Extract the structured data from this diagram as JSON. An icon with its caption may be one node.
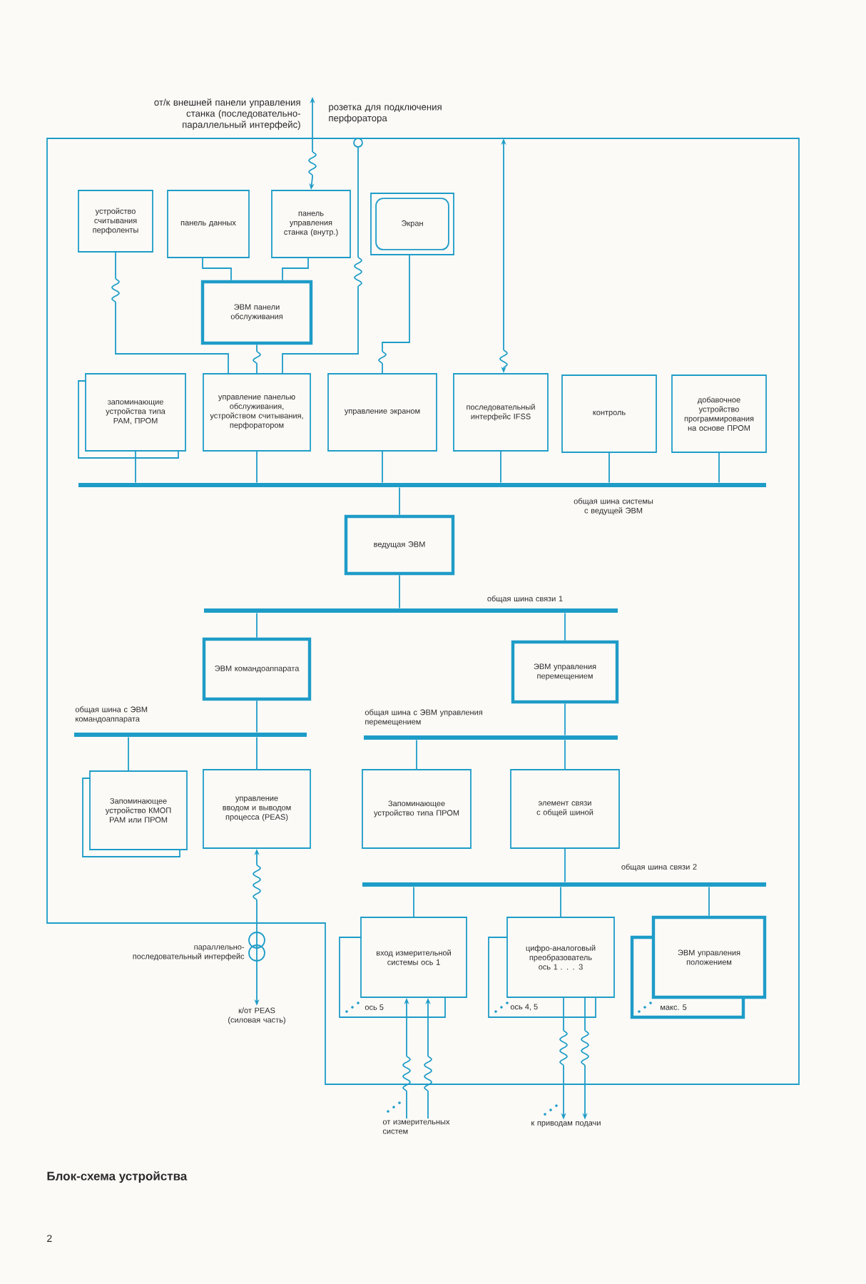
{
  "diagram": {
    "caption": "Блок-схема устройства",
    "nodes": [
      {
        "text": [
          "от/к внешней панели управления станка (последовательно-параллельный интерфейс)"
        ]
      },
      {
        "text": [],
        "shape": "circle",
        "beside": [
          "розетка для подключения перфоратора"
        ]
      },
      {
        "text": [
          "устройство считывания перфоленты"
        ]
      },
      {
        "text": [
          "панель данных"
        ]
      },
      {
        "text": [
          "панель управления станка (внутр.)"
        ]
      },
      {
        "text": [
          "Экран"
        ]
      },
      {
        "text": [
          "ЭВМ панели обслуживания"
        ]
      },
      {
        "text": [
          "запоминающие устройства типа РАМ, ПРОМ"
        ]
      },
      {
        "text": [
          "управление панелью обслуживания, устройством считывания, перфоратором"
        ]
      },
      {
        "text": [
          "управление экраном"
        ]
      },
      {
        "text": [
          "последовательный интерфейс IFSS"
        ]
      },
      {
        "text": [
          "контроль"
        ]
      },
      {
        "text": [
          "добавочное устройство программирования на основе ПРОМ"
        ]
      },
      {
        "text": [],
        "shape": "bar",
        "beside": [
          "общая шина системы с ведущей ЭВМ"
        ]
      },
      {
        "text": [
          "ведущая ЭВМ"
        ]
      },
      {
        "text": [],
        "shape": "bar",
        "beside": [
          "общая шина связи 1"
        ]
      },
      {
        "text": [
          "ЭВМ командоаппарата"
        ]
      },
      {
        "text": [
          "ЭВМ управления перемещением"
        ]
      },
      {
        "text": [],
        "shape": "bar",
        "beside": [
          "общая шина с ЭВМ командоаппарата"
        ]
      },
      {
        "text": [],
        "shape": "bar",
        "beside": [
          "общая шина с ЭВМ управления перемещением"
        ]
      },
      {
        "text": [
          "Запоминающее устройство КМОП РАМ или ПРОМ"
        ]
      },
      {
        "text": [
          "управление вводом и выводом процесса (PEAS)"
        ]
      },
      {
        "text": [
          "Запоминающее устройство типа ПРОМ"
        ]
      },
      {
        "text": [
          "элемент связи с общей шиной"
        ]
      },
      {
        "text": [],
        "shape": "bar",
        "beside": [
          "общая шина связи 2"
        ]
      },
      {
        "text": [
          "вход измерительной системы ось 1",
          "ось 5"
        ]
      },
      {
        "text": [
          "цифро-аналоговый преобразователь ось 1 . . . 3",
          "ось 4, 5"
        ]
      },
      {
        "text": [
          "ЭВМ управления положением",
          "макс. 5"
        ]
      },
      {
        "text": [
          "к/от PEAS (силовая часть)"
        ]
      },
      {
        "text": [
          "от измерительных систем"
        ]
      },
      {
        "text": [
          "к приводам подачи"
        ]
      }
    ],
    "edges": [
      {
        "from": 0,
        "to": 4,
        "arrow": "both"
      },
      {
        "from": 1,
        "to": 8,
        "arrow": "none"
      },
      {
        "from": 2,
        "to": 8,
        "arrow": "none"
      },
      {
        "from": 3,
        "to": 6,
        "arrow": "none"
      },
      {
        "from": 4,
        "to": 6,
        "arrow": "none"
      },
      {
        "from": 6,
        "to": 8,
        "arrow": "none"
      },
      {
        "from": 5,
        "to": 9,
        "arrow": "none"
      },
      {
        "from": null,
        "to": 10,
        "arrow": "both"
      },
      {
        "from": 7,
        "to": 13,
        "arrow": "none"
      },
      {
        "from": 8,
        "to": 13,
        "arrow": "none"
      },
      {
        "from": 9,
        "to": 13,
        "arrow": "none"
      },
      {
        "from": 10,
        "to": 13,
        "arrow": "none"
      },
      {
        "from": 11,
        "to": 13,
        "arrow": "none"
      },
      {
        "from": 12,
        "to": 13,
        "arrow": "none"
      },
      {
        "from": 13,
        "to": 14,
        "arrow": "none"
      },
      {
        "from": 14,
        "to": 15,
        "arrow": "none"
      },
      {
        "from": 15,
        "to": 16,
        "arrow": "none"
      },
      {
        "from": 15,
        "to": 17,
        "arrow": "none"
      },
      {
        "from": 16,
        "to": 18,
        "arrow": "none"
      },
      {
        "from": 18,
        "to": 20,
        "arrow": "none"
      },
      {
        "from": 18,
        "to": 21,
        "arrow": "none"
      },
      {
        "from": 17,
        "to": 19,
        "arrow": "none"
      },
      {
        "from": 19,
        "to": 22,
        "arrow": "none"
      },
      {
        "from": 19,
        "to": 23,
        "arrow": "none"
      },
      {
        "from": 23,
        "to": 24,
        "arrow": "none"
      },
      {
        "from": 24,
        "to": 25,
        "arrow": "none"
      },
      {
        "from": 24,
        "to": 26,
        "arrow": "none"
      },
      {
        "from": 24,
        "to": 27,
        "arrow": "none"
      },
      {
        "from": 21,
        "to": 28,
        "arrow": "both"
      },
      {
        "from": 29,
        "to": 25,
        "arrow": "to"
      },
      {
        "from": 29,
        "to": 25,
        "arrow": "to"
      },
      {
        "from": 26,
        "to": 30,
        "arrow": "to"
      },
      {
        "from": 26,
        "to": 30,
        "arrow": "to"
      }
    ],
    "labels": [
      "параллельно-последовательный интерфейс",
      "2"
    ]
  }
}
